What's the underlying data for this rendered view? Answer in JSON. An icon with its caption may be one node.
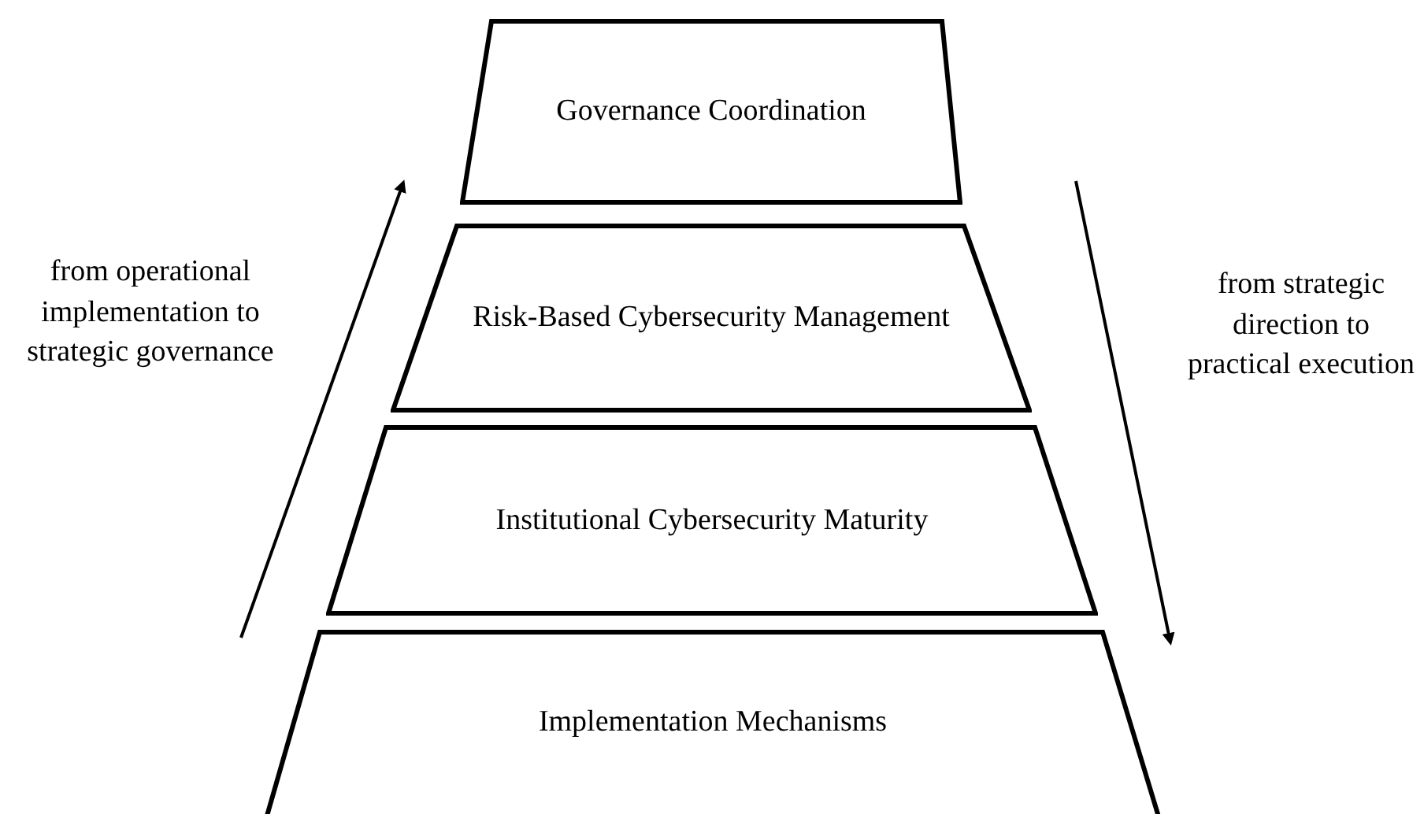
{
  "diagram": {
    "nodes": [
      {
        "text": [
          "Governance Coordination"
        ]
      },
      {
        "text": [
          "Risk-Based Cybersecurity Management"
        ]
      },
      {
        "text": [
          "Institutional Cybersecurity Maturity"
        ]
      },
      {
        "text": [
          "Implementation Mechanisms"
        ]
      }
    ],
    "labels": [
      "from operational implementation to strategic governance",
      "from strategic direction to practical execution"
    ]
  }
}
